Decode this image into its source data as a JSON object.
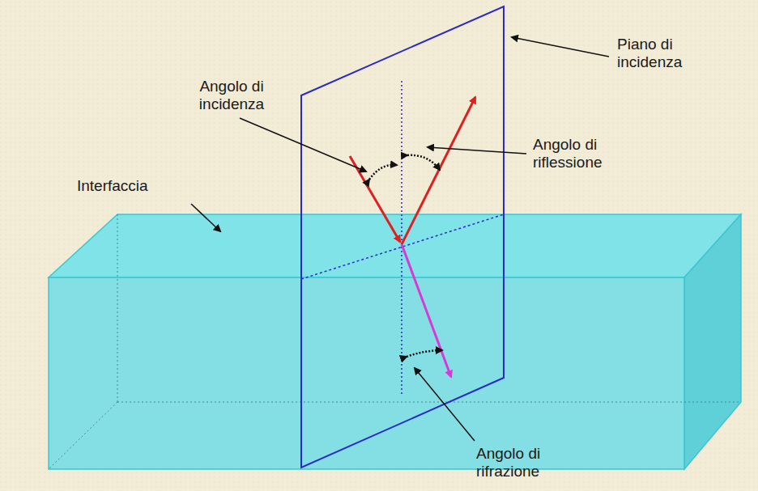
{
  "diagram": {
    "labels": [
      "Angolo di incidenza",
      "Piano di incidenza",
      "Angolo di riflessione",
      "Interfaccia",
      "Angolo di rifrazione"
    ]
  }
}
